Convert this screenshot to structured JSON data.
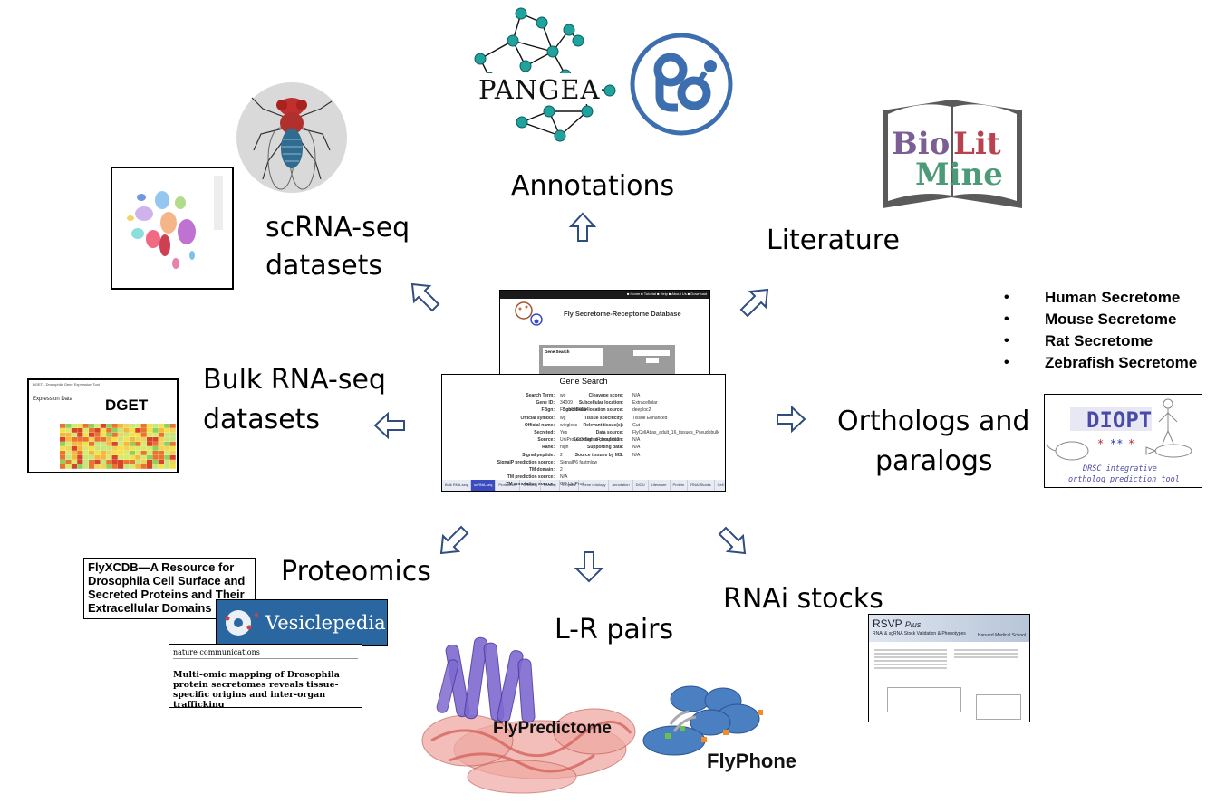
{
  "center": {
    "database_title": "Fly Secretome-Receptome Database",
    "gene_search_label": "Gene Search",
    "panel_title": "Gene Search",
    "left_fields": [
      [
        "Search Term:",
        "wg"
      ],
      [
        "Gene ID:",
        "34009"
      ],
      [
        "FBgn:",
        "FBgn0284084"
      ],
      [
        "Official symbol:",
        "wg"
      ],
      [
        "Official name:",
        "wingless"
      ],
      [
        "Secreted:",
        "Yes"
      ],
      [
        "Source:",
        "UniProt,GO,SignalP,deeploc2"
      ],
      [
        "Rank:",
        "high"
      ],
      [
        "Signal peptide:",
        "2"
      ],
      [
        "SignalP prediction source:",
        "SignalP6 fastmlow"
      ],
      [
        "TM domain:",
        "2"
      ],
      [
        "TM prediction source:",
        "N/A"
      ],
      [
        "TM annotation source:",
        "GO,UniProt"
      ]
    ],
    "right_fields": [
      [
        "Cleavage score:",
        "N/A"
      ],
      [
        "Subcellular location:",
        "Extracellular"
      ],
      [
        "Subcellular location source:",
        "deeploc2"
      ],
      [
        "Tissue specificity:",
        "Tissue Enhanced"
      ],
      [
        "Relevant tissue(s):",
        "Gut"
      ],
      [
        "Data source:",
        "FlyCellAtlas_adult_16_tissues_Pseudobulk"
      ],
      [
        "Secreted to circulation:",
        "N/A"
      ],
      [
        "Supporting data:",
        "N/A"
      ],
      [
        "Source tissues by MS:",
        "N/A"
      ]
    ],
    "tabs": [
      "Bulk RNA-seq",
      "scRNA-seq",
      "Proteomics",
      "Ortholog",
      "Paralog",
      "LR pairs",
      "Gene ontology",
      "Annotation",
      "DIOU",
      "Literature",
      "Protein",
      "RNAi Stocks",
      "Cell Marker"
    ]
  },
  "labels": {
    "annotations": "Annotations",
    "scrna": [
      "scRNA-seq",
      "datasets"
    ],
    "literature": "Literature",
    "bulk": [
      "Bulk RNA-seq",
      "datasets"
    ],
    "orthologs": [
      "Orthologs and",
      "paralogs"
    ],
    "proteomics": "Proteomics",
    "lr_pairs": "L-R pairs",
    "rnai": "RNAi stocks"
  },
  "secretomes": [
    "Human Secretome",
    "Mouse Secretome",
    "Rat Secretome",
    "Zebrafish Secretome"
  ],
  "logos": {
    "pangea": "PANGEA",
    "biolit": [
      "Bio",
      "Lit",
      "Mine"
    ],
    "dget": "DGET",
    "diopt": "DIOPT",
    "diopt_sub": [
      "DRSC integrative",
      "ortholog prediction tool"
    ],
    "flyxcdb": "FlyXCDB—A Resource for Drosophila Cell Surface and Secreted Proteins and Their Extracellular Domains",
    "vesiclepedia": "Vesiclepedia",
    "nature_comm": "nature communications",
    "article_title": "Multi-omic mapping of Drosophila protein secretomes reveals tissue-specific origins and inter-organ trafficking",
    "rsvp_title": "RSVP",
    "rsvp_plus": "Plus",
    "rsvp_sub": "RNAi & sgRNA Stock Validation & Phenotypes",
    "rsvp_org": "Harvard Medical School",
    "flypredictome": "FlyPredictome",
    "flyphone": "FlyPhone"
  },
  "colors": {
    "arrow_stroke": "#2f4d7e",
    "pangea_node": "#20a39e",
    "go_blue": "#3d6fb0",
    "biolit_bio": "#7b5e93",
    "biolit_lit": "#b8434f",
    "biolit_mine": "#4c9a78",
    "diopt": "#4a4aa8"
  }
}
